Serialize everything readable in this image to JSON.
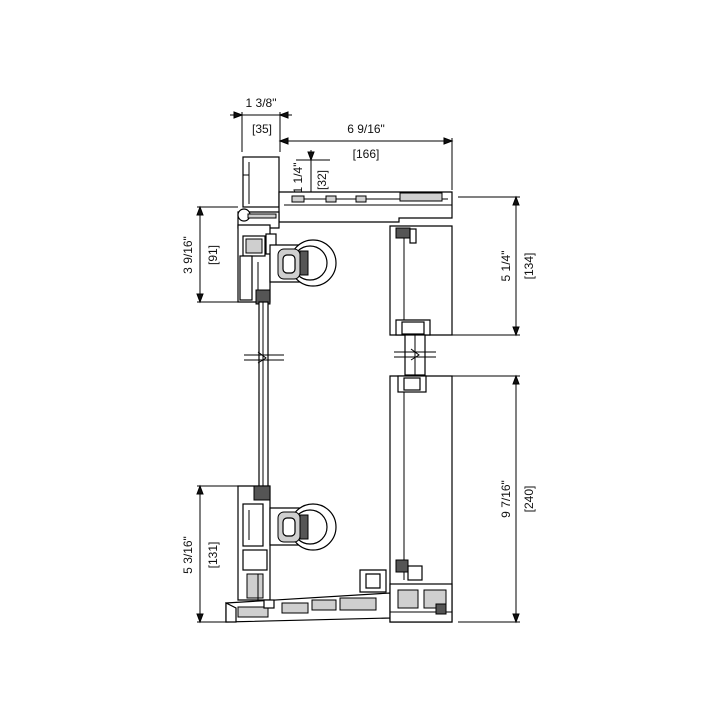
{
  "dimensions": {
    "top_left_imperial": "1 3/8\"",
    "top_left_metric": "[35]",
    "top_right_imperial": "6 9/16\"",
    "top_right_metric": "[166]",
    "small_imperial": "1 1/4\"",
    "small_metric": "[32]",
    "left_upper_imperial": "3 9/16\"",
    "left_upper_metric": "[91]",
    "left_lower_imperial": "5 3/16\"",
    "left_lower_metric": "[131]",
    "right_upper_imperial": "5 1/4\"",
    "right_upper_metric": "[134]",
    "right_lower_imperial": "9 7/16\"",
    "right_lower_metric": "[240]"
  }
}
